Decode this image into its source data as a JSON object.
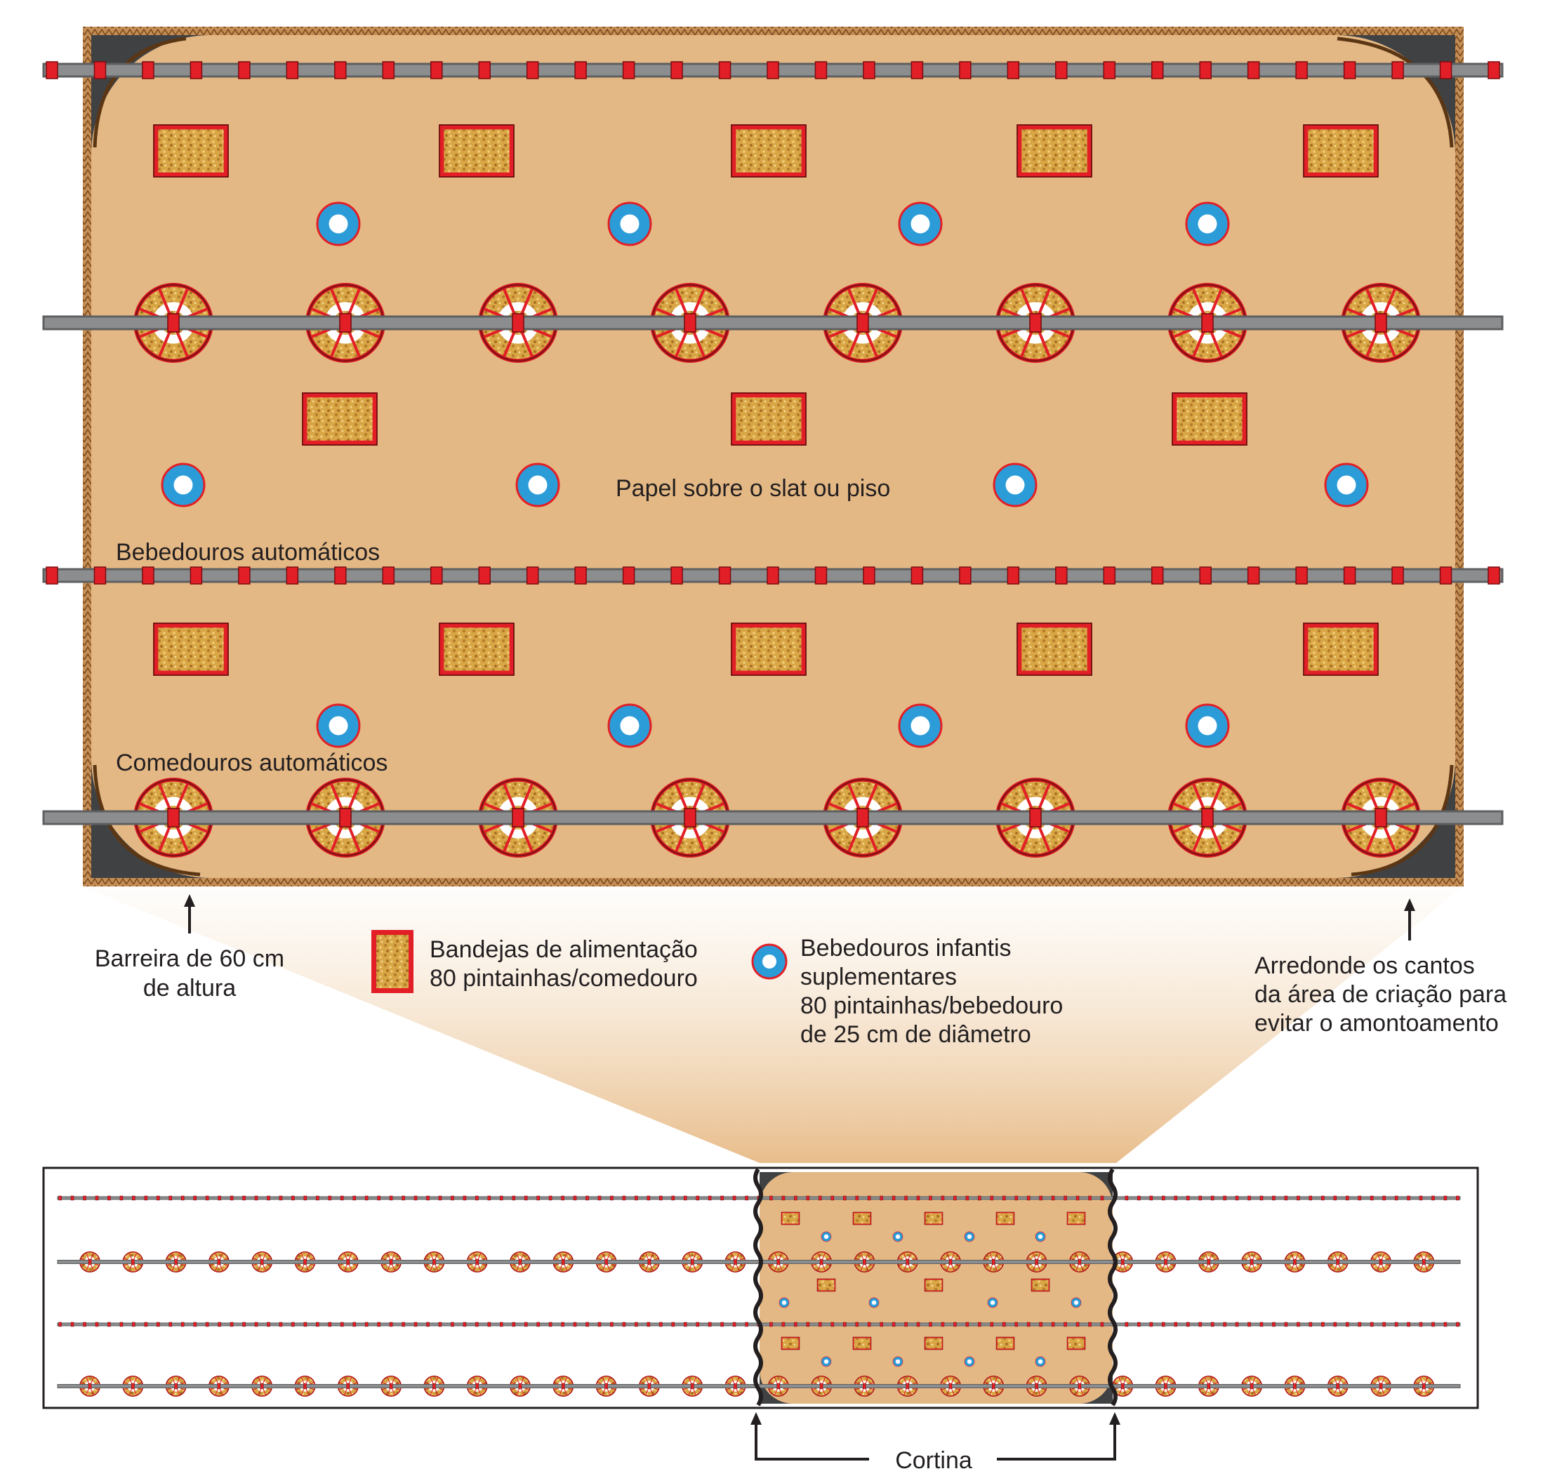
{
  "labels": {
    "paper": "Papel sobre o slat ou piso",
    "drinkers_line": "Bebedouros automáticos",
    "feeders_line": "Comedouros automáticos",
    "barrier_line1": "Barreira de 60 cm",
    "barrier_line2": "de altura",
    "trays_line1": "Bandejas de alimentação",
    "trays_line2": "80 pintainhas/comedouro",
    "infant_line1": "Bebedouros infantis",
    "infant_line2": "suplementares",
    "infant_line3": "80 pintainhas/bebedouro",
    "infant_line4": "de 25 cm de diâmetro",
    "corners_line1": "Arredonde os cantos",
    "corners_line2": "da área de criação para",
    "corners_line3": "evitar o amontoamento",
    "curtain": "Cortina"
  },
  "colors": {
    "paper": "#e4b884",
    "red": "#e21f26",
    "pipe": "#8c8d8f",
    "drinker_blue": "#2b9cd8",
    "feed": "#c9953a",
    "dark_corner": "#404143",
    "barrier_brown": "#7a4a1e",
    "text": "#231f20"
  }
}
